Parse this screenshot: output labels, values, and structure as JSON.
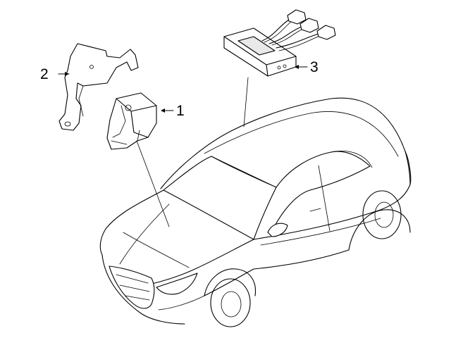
{
  "callouts": [
    {
      "number": "1",
      "part": "sensor-module"
    },
    {
      "number": "2",
      "part": "mounting-bracket"
    },
    {
      "number": "3",
      "part": "antenna-control-unit"
    }
  ],
  "colors": {
    "line": "#000000",
    "background": "#ffffff",
    "shade": "#e9e9e9"
  }
}
